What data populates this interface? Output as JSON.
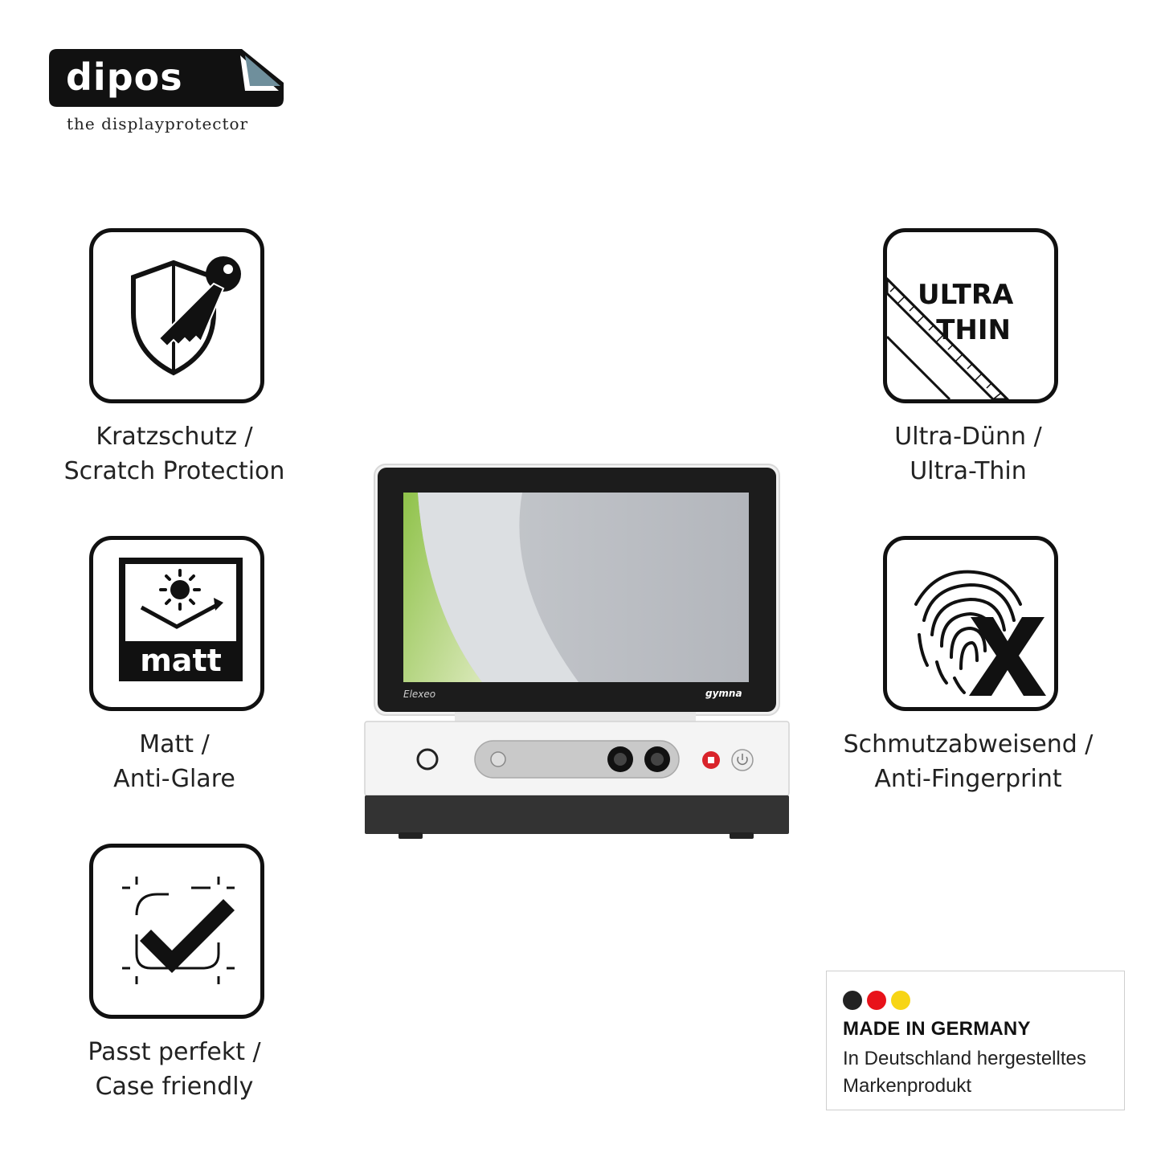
{
  "brand": {
    "name": "dipos",
    "tagline": "the displayprotector"
  },
  "features": [
    {
      "icon": "shield-key-icon",
      "caption_line1": "Kratzschutz /",
      "caption_line2": "Scratch Protection"
    },
    {
      "icon": "ultra-thin-ruler-icon",
      "badge_line1": "ULTRA",
      "badge_line2": "THIN",
      "caption_line1": "Ultra-Dünn /",
      "caption_line2": "Ultra-Thin"
    },
    {
      "icon": "matt-sun-icon",
      "badge": "matt",
      "caption_line1": "Matt /",
      "caption_line2": "Anti-Glare"
    },
    {
      "icon": "fingerprint-x-icon",
      "caption_line1": "Schmutzabweisend /",
      "caption_line2": "Anti-Fingerprint"
    },
    {
      "icon": "checkmark-frame-icon",
      "caption_line1": "Passt perfekt /",
      "caption_line2": "Case friendly"
    }
  ],
  "device": {
    "model_label": "Elexeo",
    "brand_label": "gymna"
  },
  "made_in_germany": {
    "title": "MADE IN GERMANY",
    "line1": "In Deutschland hergestelltes",
    "line2": "Markenprodukt",
    "flag_colors": [
      "#222222",
      "#e8121a",
      "#f7d515"
    ]
  }
}
